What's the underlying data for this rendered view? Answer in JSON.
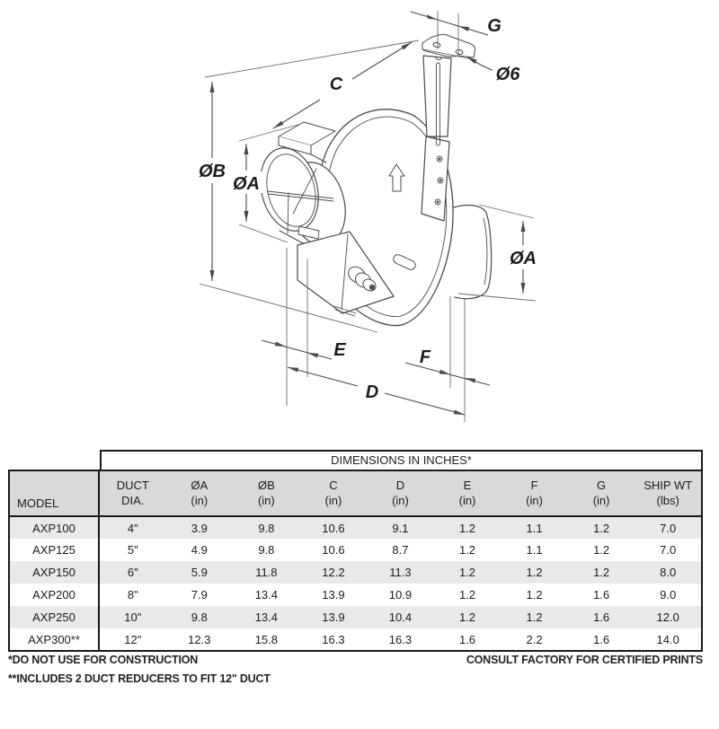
{
  "drawing": {
    "dim_labels": {
      "c": "C",
      "g": "G",
      "dia6": "Ø6",
      "diaB": "ØB",
      "diaA_left": "ØA",
      "diaA_right": "ØA",
      "e": "E",
      "f": "F",
      "d": "D"
    }
  },
  "table": {
    "spanner": "DIMENSIONS IN INCHES*",
    "headers": [
      [
        "MODEL",
        ""
      ],
      [
        "DUCT",
        "DIA."
      ],
      [
        "ØA",
        "(in)"
      ],
      [
        "ØB",
        "(in)"
      ],
      [
        "C",
        "(in)"
      ],
      [
        "D",
        "(in)"
      ],
      [
        "E",
        "(in)"
      ],
      [
        "F",
        "(in)"
      ],
      [
        "G",
        "(in)"
      ],
      [
        "SHIP WT",
        "(lbs)"
      ]
    ],
    "rows": [
      [
        "AXP100",
        "4\"",
        "3.9",
        "9.8",
        "10.6",
        "9.1",
        "1.2",
        "1.1",
        "1.2",
        "7.0"
      ],
      [
        "AXP125",
        "5\"",
        "4.9",
        "9.8",
        "10.6",
        "8.7",
        "1.2",
        "1.1",
        "1.2",
        "7.0"
      ],
      [
        "AXP150",
        "6\"",
        "5.9",
        "11.8",
        "12.2",
        "11.3",
        "1.2",
        "1.2",
        "1.2",
        "8.0"
      ],
      [
        "AXP200",
        "8\"",
        "7.9",
        "13.4",
        "13.9",
        "10.9",
        "1.2",
        "1.2",
        "1.6",
        "9.0"
      ],
      [
        "AXP250",
        "10\"",
        "9.8",
        "13.4",
        "13.9",
        "10.4",
        "1.2",
        "1.2",
        "1.6",
        "12.0"
      ],
      [
        "AXP300**",
        "12\"",
        "12.3",
        "15.8",
        "16.3",
        "16.3",
        "1.6",
        "2.2",
        "1.6",
        "14.0"
      ]
    ]
  },
  "footnotes": {
    "left1": "*DO NOT USE FOR CONSTRUCTION",
    "right1": "CONSULT FACTORY FOR CERTIFIED PRINTS",
    "left2": "**INCLUDES 2 DUCT REDUCERS TO FIT 12\" DUCT"
  }
}
